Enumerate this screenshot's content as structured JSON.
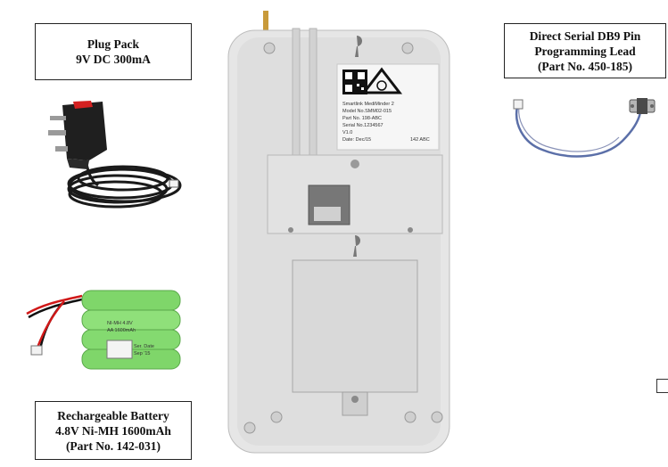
{
  "captions": {
    "plug_pack": {
      "line1": "Plug Pack",
      "line2": "9V DC 300mA"
    },
    "serial_lead": {
      "line1": "Direct Serial DB9 Pin",
      "line2": "Programming Lead",
      "line3": "(Part No. 450-185)"
    },
    "battery": {
      "line1": "Rechargeable Battery",
      "line2": "4.8V Ni-MH 1600mAh",
      "line3": "(Part No. 142-031)"
    }
  },
  "device_label": {
    "line1": "Smartlink MediMinder 2",
    "line2": "Model No.SMM02-015",
    "line3": "Part No. 198-ABC",
    "line4": "Serial No.1234567",
    "line5": "V1.0",
    "line6": "Date: Dec/15",
    "corner": "142 ABC"
  },
  "battery_label": {
    "line1": "NI-MH 4.8V",
    "line2": "AA 1600mAh",
    "line3": "Ser. Date",
    "line4": "Sep '15"
  },
  "colors": {
    "device_body": "#e6e6e6",
    "battery_green": "#8fe07a",
    "cable_black": "#1a1a1a",
    "wire_red": "#d01818",
    "serial_cable": "#5b6fa8"
  }
}
